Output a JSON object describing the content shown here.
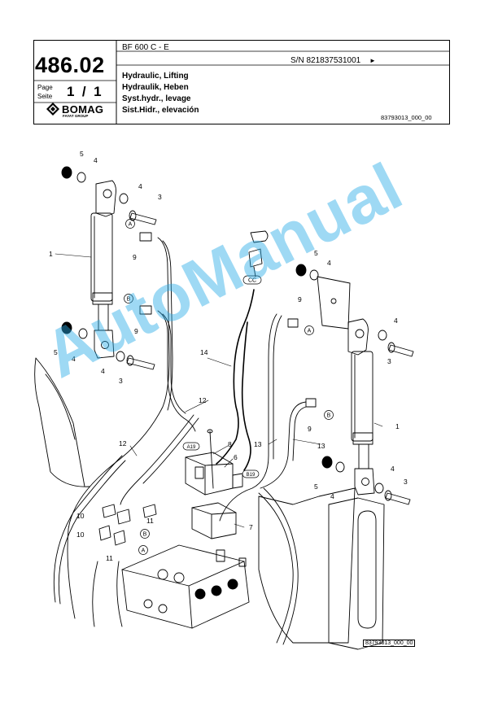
{
  "header": {
    "part_number": "486.02",
    "page_label_en": "Page",
    "page_label_de": "Seite",
    "page_value": "1  /  1",
    "model": "BF 600 C - E",
    "serial": "S/N 821837531001",
    "serial_arrow": "►",
    "titles": [
      "Hydraulic, Lifting",
      "Hydraulik, Heben",
      "Syst.hydr., levage",
      "Sist.Hidr., elevación"
    ],
    "drawing_ref": "83793013_000_00",
    "brand": "BOMAG",
    "brand_sub": "FAYAT GROUP"
  },
  "drawing": {
    "callouts": {
      "c1a": "1",
      "c1b": "1",
      "c3a": "3",
      "c3b": "3",
      "c3c": "3",
      "c3d": "3",
      "c4a": "4",
      "c4b": "4",
      "c4c": "4",
      "c4d": "4",
      "c4e": "4",
      "c4f": "4",
      "c4g": "4",
      "c4h": "4",
      "c5a": "5",
      "c5b": "5",
      "c5c": "5",
      "c5d": "5",
      "c6": "6",
      "c7": "7",
      "c8": "8",
      "c9a": "9",
      "c9b": "9",
      "c9c": "9",
      "c9d": "9",
      "c10a": "10",
      "c10b": "10",
      "c11a": "11",
      "c11b": "11",
      "c12a": "12",
      "c12b": "12",
      "c13a": "13",
      "c13b": "13",
      "c14": "14"
    },
    "ports": {
      "pA1": "A",
      "pB1": "B",
      "pA2": "A",
      "pB2": "B",
      "pB3": "B",
      "pA3": "A",
      "cc": "CC",
      "a19": "A19",
      "b19": "B19"
    },
    "footer_ref": "83793013_000_00"
  },
  "watermark": "AutoManual"
}
